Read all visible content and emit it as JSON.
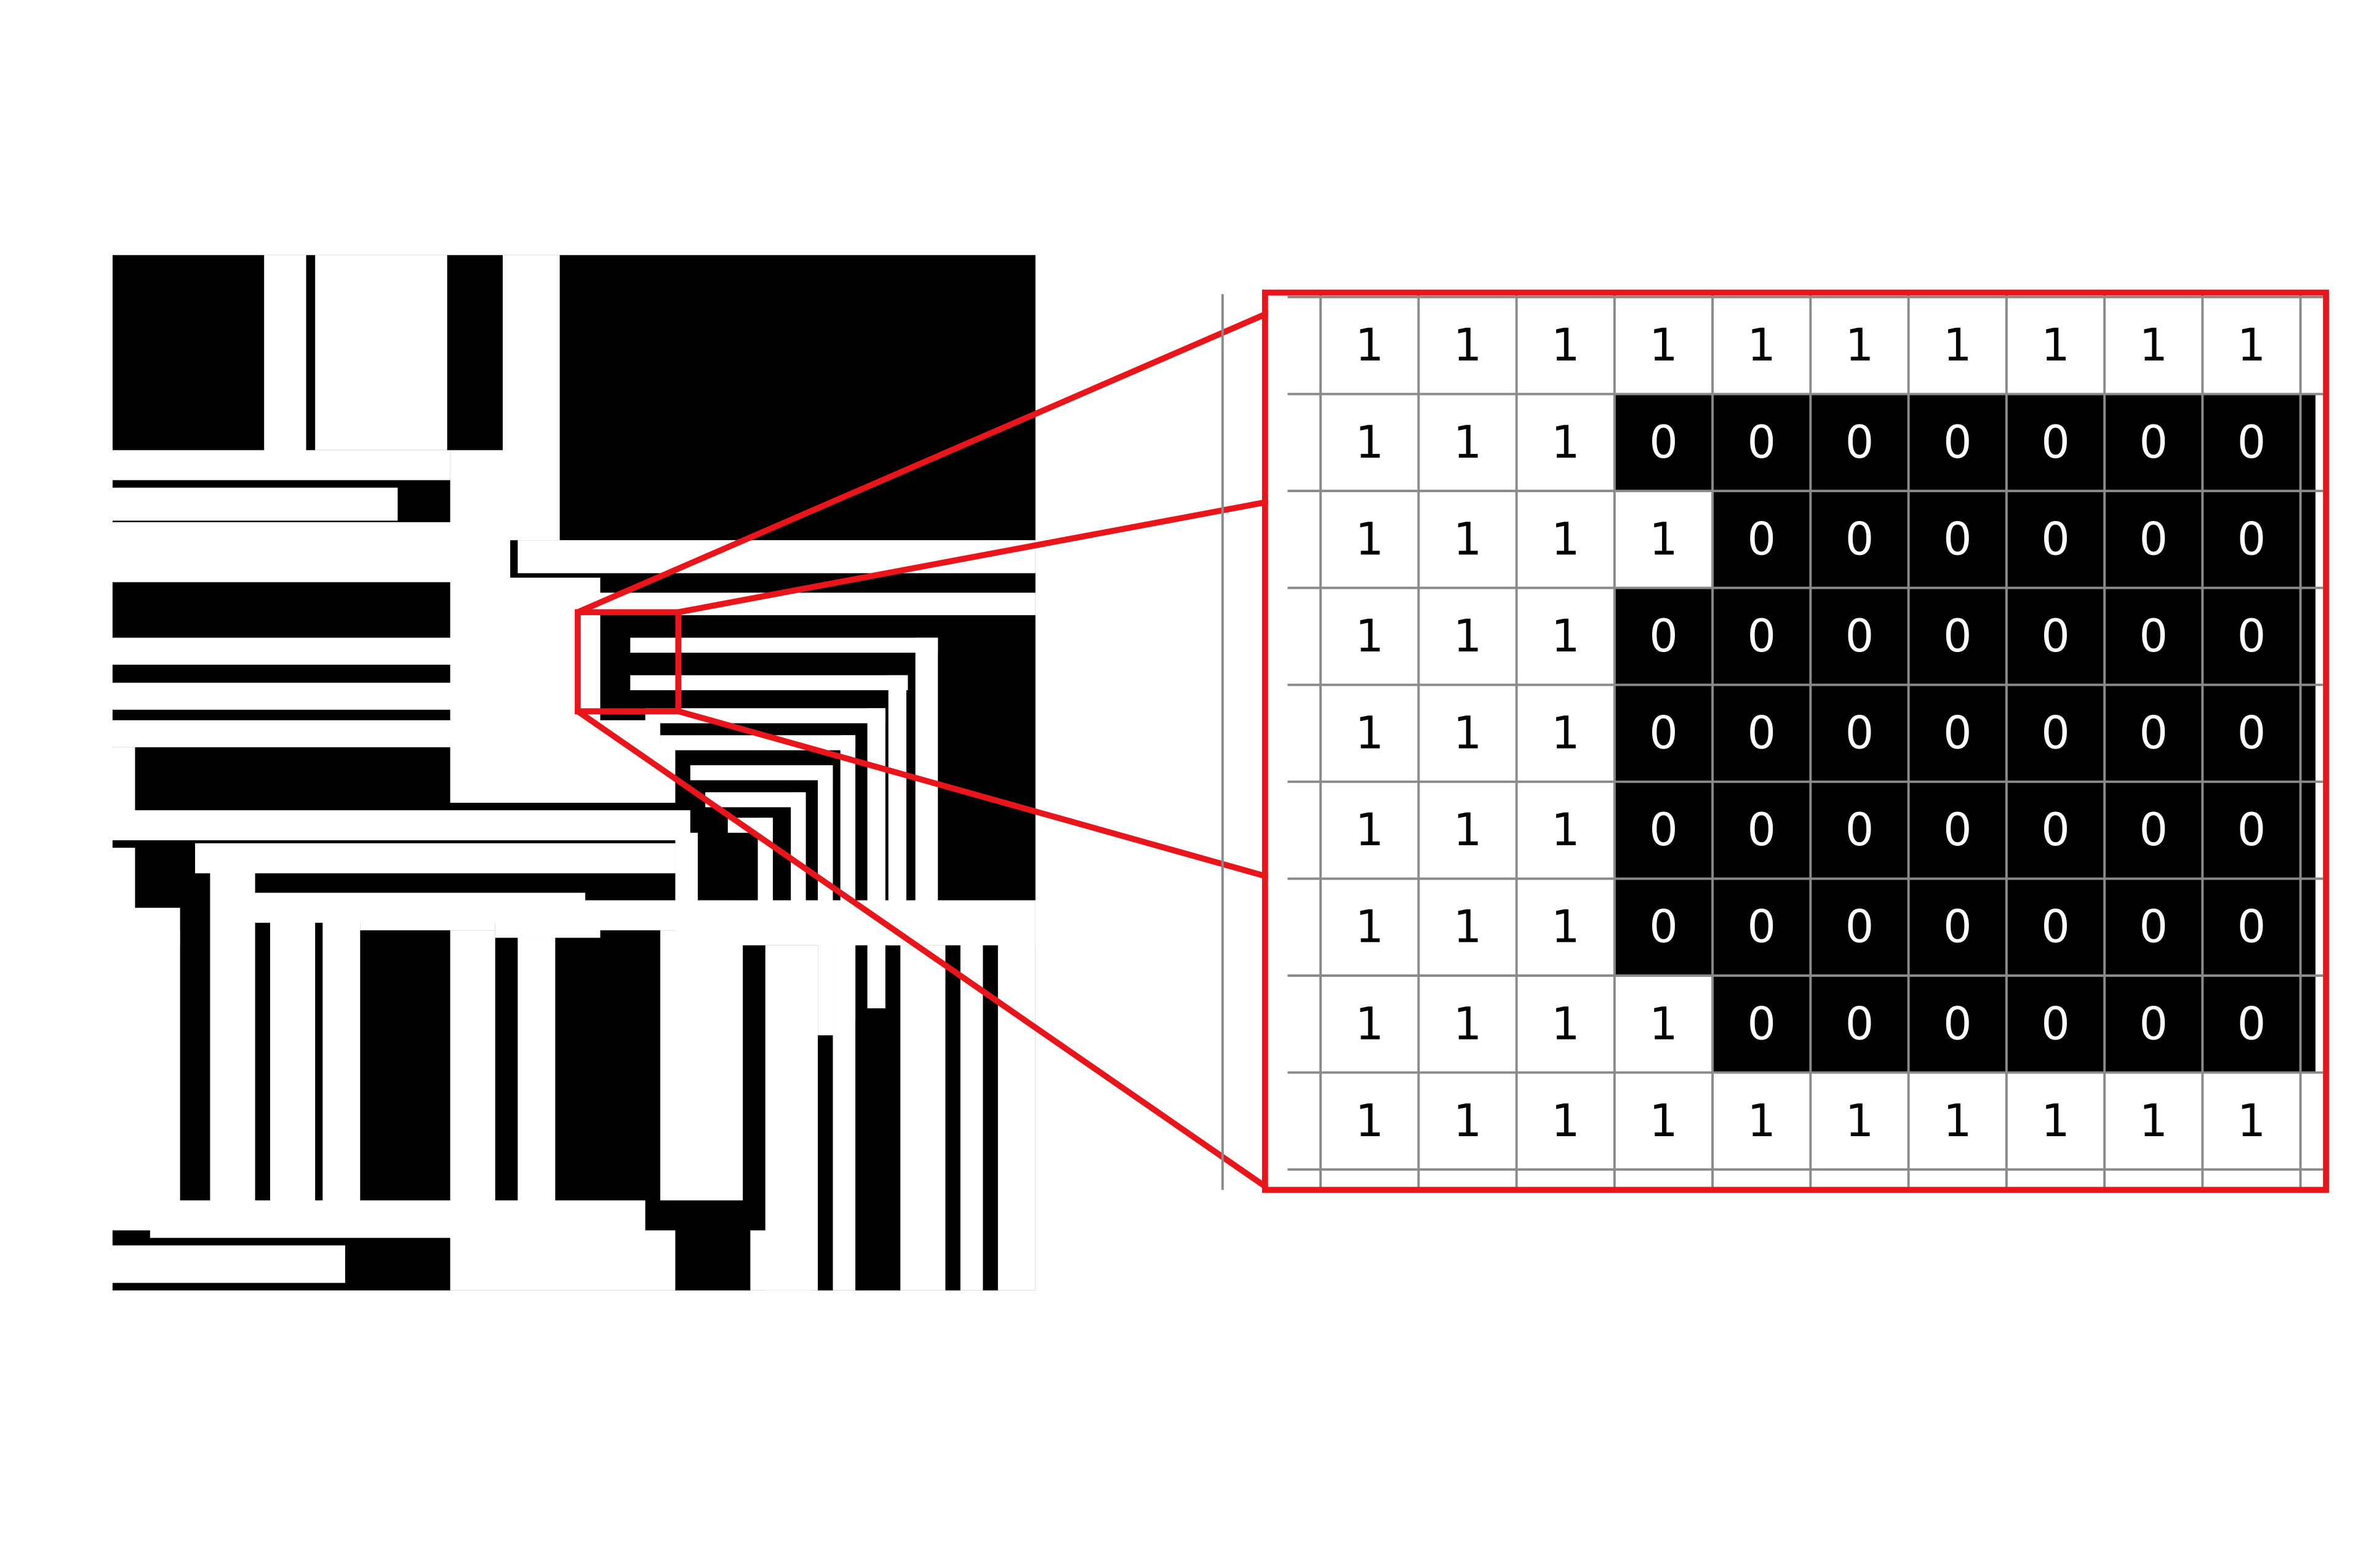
{
  "figure": {
    "description_title": "",
    "colors": {
      "background": "#ffffff",
      "ink": "#000000",
      "highlight": "#e8161b",
      "grid_line": "#8a8a8a"
    }
  },
  "zoom_grid": {
    "rows": [
      [
        "1",
        "1",
        "1",
        "1",
        "1",
        "1",
        "1",
        "1",
        "1",
        "1"
      ],
      [
        "1",
        "1",
        "1",
        "0",
        "0",
        "0",
        "0",
        "0",
        "0",
        "0"
      ],
      [
        "1",
        "1",
        "1",
        "1",
        "0",
        "0",
        "0",
        "0",
        "0",
        "0"
      ],
      [
        "1",
        "1",
        "1",
        "0",
        "0",
        "0",
        "0",
        "0",
        "0",
        "0"
      ],
      [
        "1",
        "1",
        "1",
        "0",
        "0",
        "0",
        "0",
        "0",
        "0",
        "0"
      ],
      [
        "1",
        "1",
        "1",
        "0",
        "0",
        "0",
        "0",
        "0",
        "0",
        "0"
      ],
      [
        "1",
        "1",
        "1",
        "0",
        "0",
        "0",
        "0",
        "0",
        "0",
        "0"
      ],
      [
        "1",
        "1",
        "1",
        "1",
        "0",
        "0",
        "0",
        "0",
        "0",
        "0"
      ],
      [
        "1",
        "1",
        "1",
        "1",
        "1",
        "1",
        "1",
        "1",
        "1",
        "1"
      ]
    ]
  }
}
